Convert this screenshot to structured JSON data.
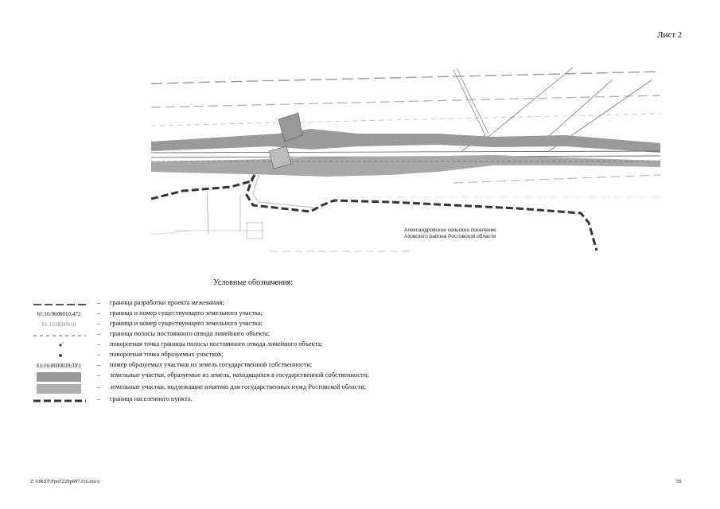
{
  "header": {
    "sheet": "Лист 2"
  },
  "map": {
    "place_label_line1": "Александровское сельское поселение",
    "place_label_line2": "Азовского района Ростовской области"
  },
  "legend": {
    "title": "Условные обозначения:",
    "rows": [
      {
        "code": "",
        "text": "граница разработки проекта межевания;"
      },
      {
        "code": "61:16:0600010:472",
        "text": "граница и номер существующего земельного участка;"
      },
      {
        "code": "61:16:0600010",
        "text": "граница и номер существующего земельного участка;"
      },
      {
        "code": "",
        "text": "граница полосы постоянного отвода линейного объекта;"
      },
      {
        "code": "",
        "text": "поворотная точка границы полосы постоянного отвода линейного объекта;"
      },
      {
        "code": "",
        "text": "поворотная точка образуемых участков;"
      },
      {
        "code": "61:16:0600010:ЗУ1",
        "text": " номер образуемых участков из земель государственной собственности;"
      },
      {
        "code": "",
        "text": "земельные участки, образуемые из земель, находящихся в государственной собственности;"
      },
      {
        "code": "",
        "text": "земельные участки, подлежащие изъятию для государственных нужд Ростовской области;"
      },
      {
        "code": "",
        "text": "граница населенного пункта."
      }
    ],
    "dash": "–"
  },
  "footer": {
    "path": "Z:\\ORST\\Ppol\\229p897.f16.docx",
    "page": "59"
  }
}
